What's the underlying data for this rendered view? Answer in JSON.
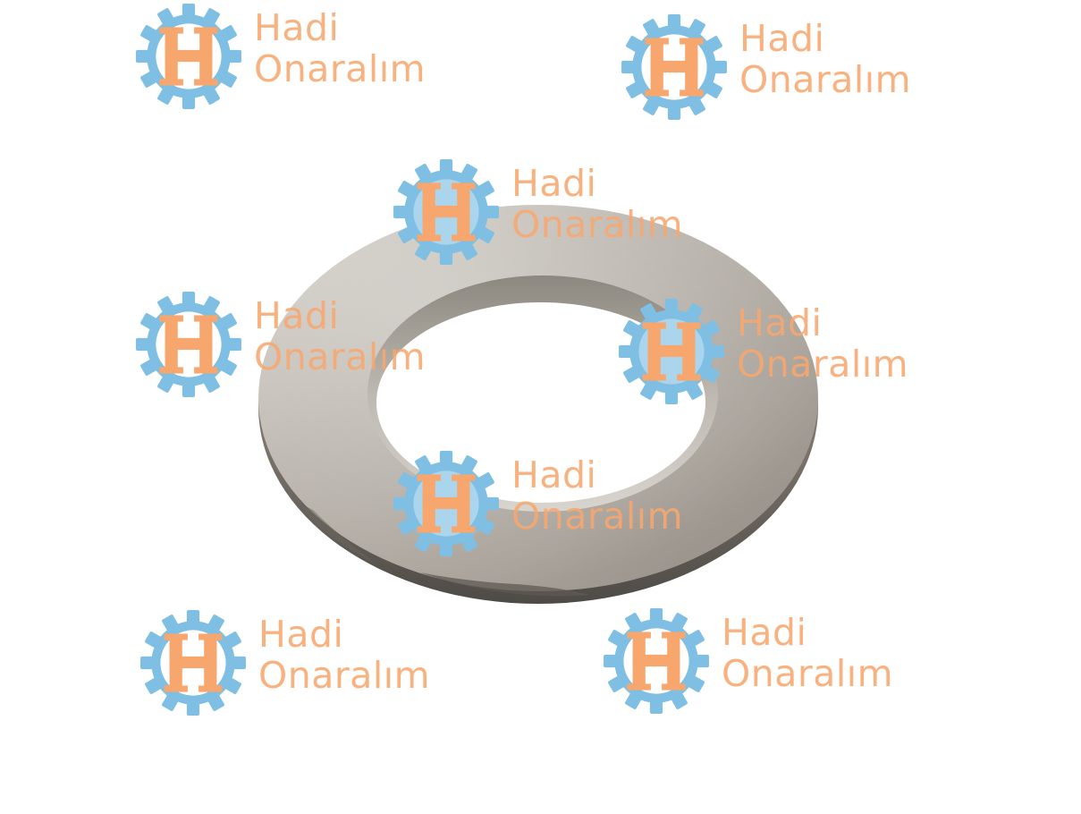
{
  "image": {
    "subject": "flat metal washer",
    "background_color": "#ffffff",
    "metal_light": "#c9c4bd",
    "metal_mid": "#a9a39b",
    "metal_dark": "#6f6a63"
  },
  "watermark": {
    "brand_line1": "Hadi",
    "brand_line2": "Onaralım",
    "logo_letter": "H",
    "gear_color": "#7fbfe3",
    "text_color": "#f7a76e",
    "logo_icon": "gear-h-logo-icon"
  }
}
